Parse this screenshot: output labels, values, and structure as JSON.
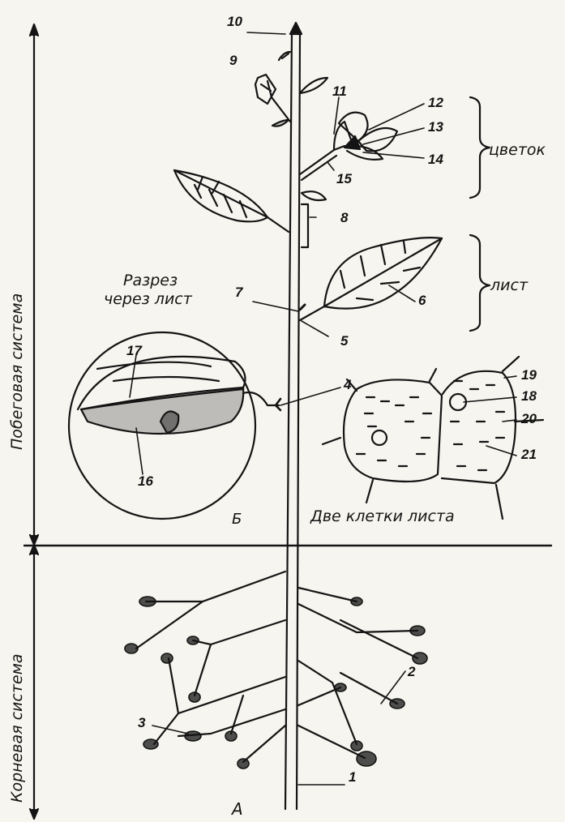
{
  "colors": {
    "ink": "#141414",
    "paper": "#f6f5ef"
  },
  "labels": {
    "shoot_system": "Побеговая система",
    "root_system": "Корневая система",
    "flower": "цветок",
    "leaf": "лист",
    "leaf_section": "Разрез",
    "leaf_section_2": "через лист",
    "two_cells": "Две клетки листа",
    "letter_a": "A",
    "letter_b": "Б"
  },
  "numbers": [
    "1",
    "2",
    "3",
    "4",
    "5",
    "6",
    "7",
    "8",
    "9",
    "10",
    "11",
    "12",
    "13",
    "14",
    "15",
    "16",
    "17",
    "18",
    "19",
    "20",
    "21"
  ]
}
